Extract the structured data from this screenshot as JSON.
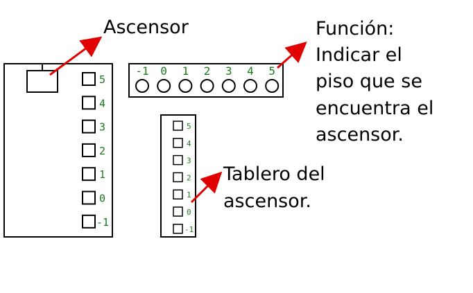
{
  "labels": {
    "elevator": "Ascensor",
    "function_lines": [
      "Función:",
      "Indicar el",
      "piso que se",
      "encuentra el",
      "ascensor."
    ],
    "panel_lines": [
      "Tablero del",
      "ascensor."
    ]
  },
  "floors": [
    "5",
    "4",
    "3",
    "2",
    "1",
    "0",
    "-1"
  ],
  "indicator_floors": [
    "-1",
    "0",
    "1",
    "2",
    "3",
    "4",
    "5"
  ],
  "colors": {
    "line": "#000000",
    "floor_text": "#1a7a1a",
    "arrow": "#e00000",
    "background": "#ffffff"
  }
}
